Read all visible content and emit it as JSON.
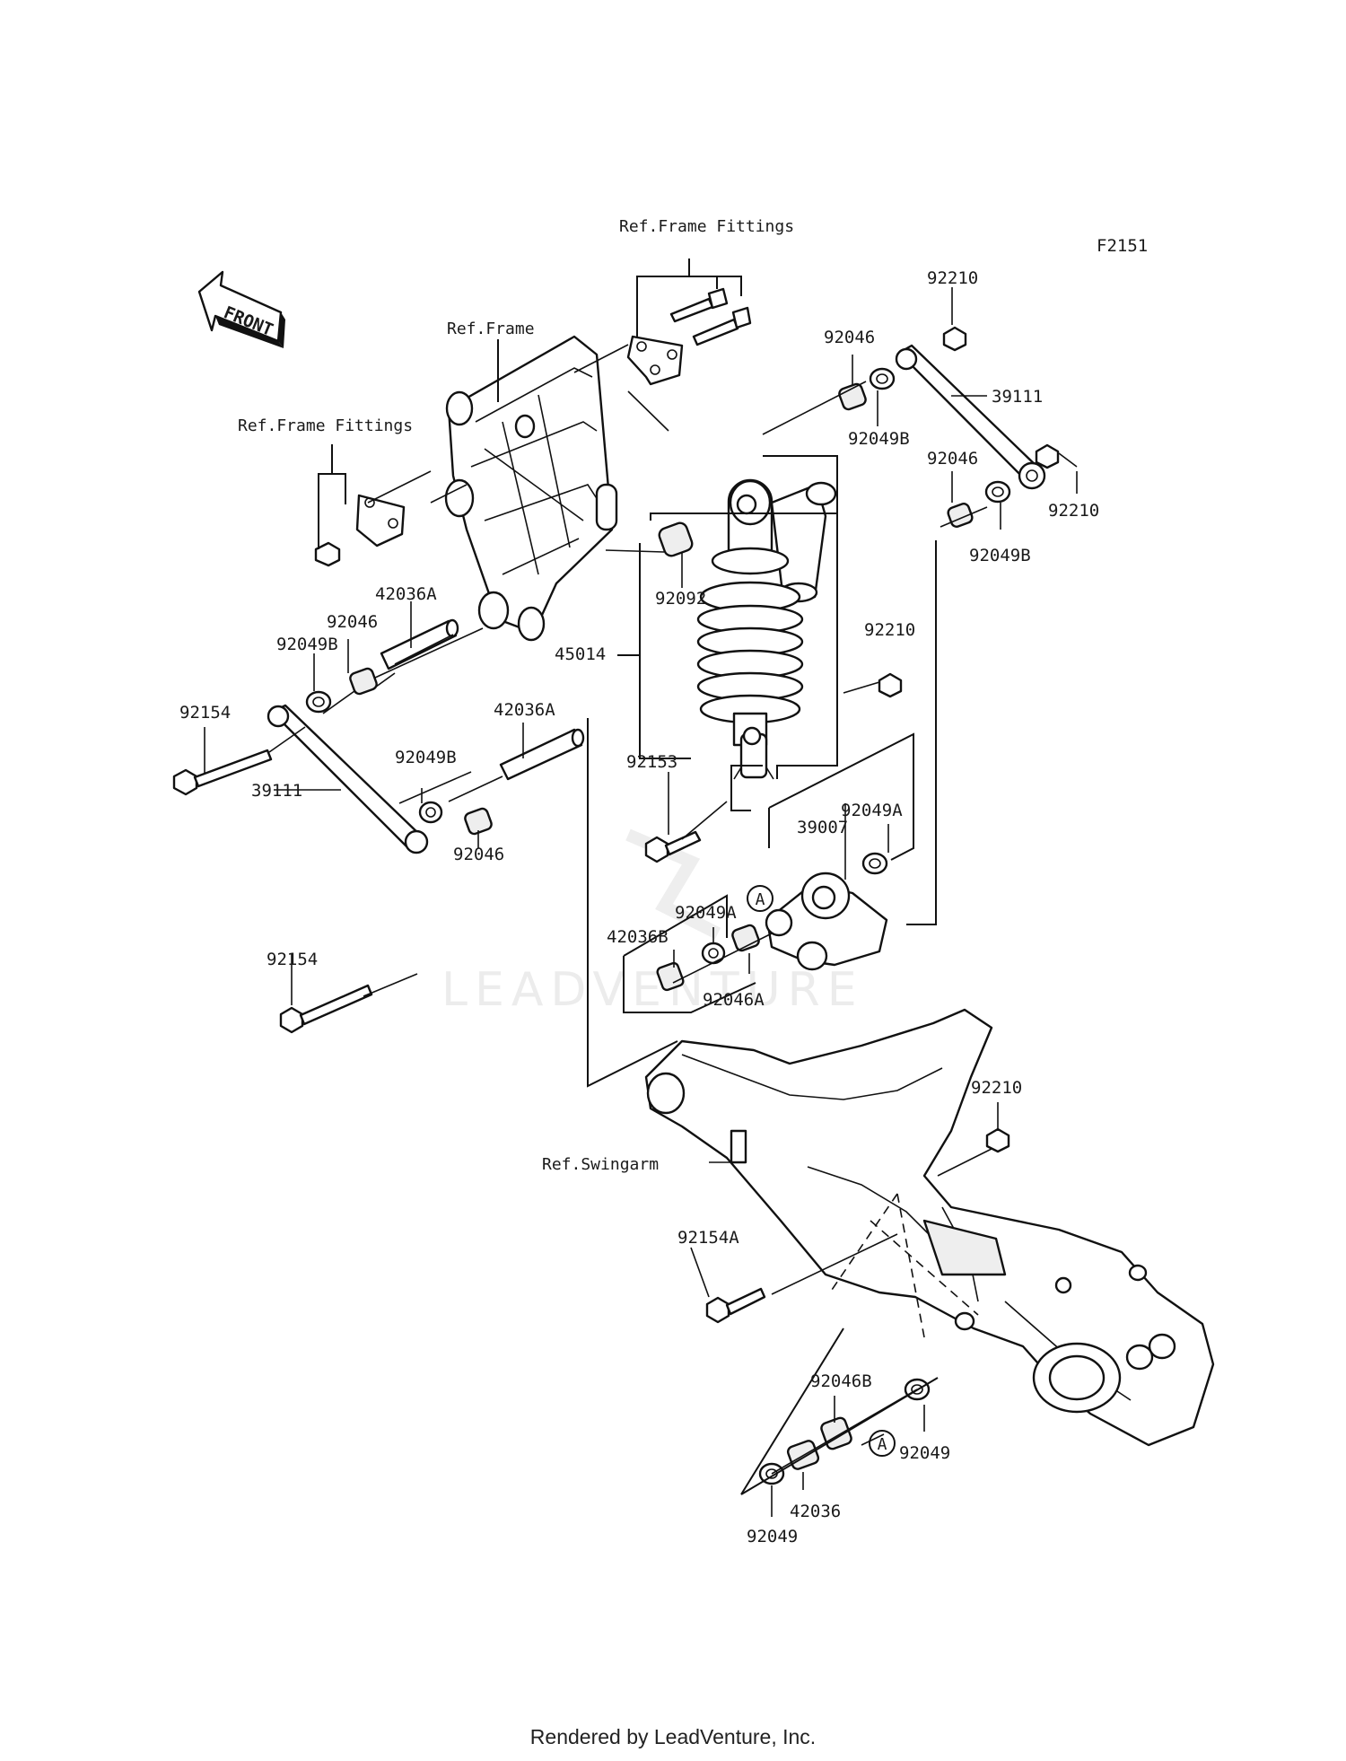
{
  "diagram": {
    "figure_code": "F2151",
    "front_arrow_text": "FRONT",
    "watermark": "LEADVENTURE",
    "references": {
      "frame_fittings_top": "Ref.Frame Fittings",
      "frame": "Ref.Frame",
      "frame_fittings_left": "Ref.Frame Fittings",
      "swingarm": "Ref.Swingarm"
    },
    "callouts": {
      "c1": "92210",
      "c2": "92046",
      "c3": "39111",
      "c4": "92049B",
      "c5": "92046",
      "c6": "92210",
      "c7": "92049B",
      "c8": "92092",
      "c9": "42036A",
      "c10": "92046",
      "c11": "92049B",
      "c12": "45014",
      "c13": "92210",
      "c14": "92154",
      "c15": "42036A",
      "c16": "92049B",
      "c17": "39111",
      "c18": "92046",
      "c19": "92153",
      "c20": "92049A",
      "c21": "39007",
      "c22": "92049A",
      "c23": "42036B",
      "c24": "92046A",
      "c25": "92154",
      "c26": "92210",
      "c27": "92154A",
      "c28": "92046B",
      "c29": "92049",
      "c30": "42036",
      "c31": "92049"
    },
    "circle_markers": {
      "m1": "A",
      "m2": "A"
    }
  },
  "footer": {
    "credit": "Rendered by LeadVenture, Inc."
  }
}
